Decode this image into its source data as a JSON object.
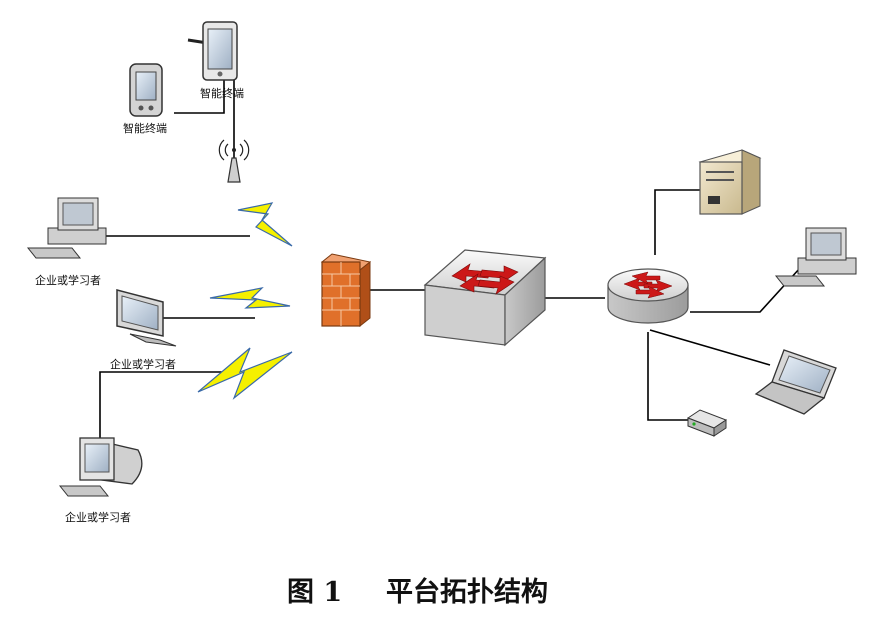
{
  "labels": {
    "smart_terminal_1": "智能终端",
    "smart_terminal_2": "智能终端",
    "user_1": "企业或学习者",
    "user_2": "企业或学习者",
    "user_3": "企业或学习者"
  },
  "caption": {
    "figure_number": "图 1",
    "title": "平台拓扑结构"
  },
  "icons": [
    "tablet-icon",
    "pda-icon",
    "wireless-antenna-icon",
    "lightning-icon",
    "desktop-computer-icon",
    "crt-monitor-icon",
    "firewall-icon",
    "switch-icon",
    "router-icon",
    "server-icon",
    "laptop-icon",
    "network-device-icon"
  ],
  "colors": {
    "lightning_fill": "#f5f000",
    "lightning_stroke": "#3a6aa8",
    "firewall": "#e0702a",
    "switch_arrow": "#cc1818",
    "device_gray": "#d8d8d8"
  }
}
